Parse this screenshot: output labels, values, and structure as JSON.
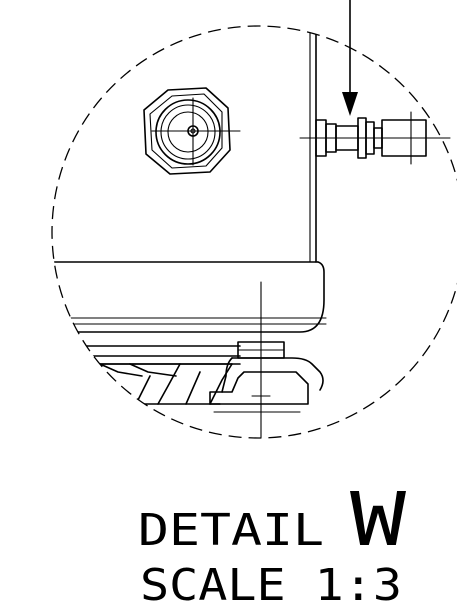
{
  "detail": {
    "word": "DETAIL",
    "letter": "W",
    "scale_text": "SCALE 1:3"
  },
  "colors": {
    "line": "#000000",
    "background": "#ffffff"
  }
}
